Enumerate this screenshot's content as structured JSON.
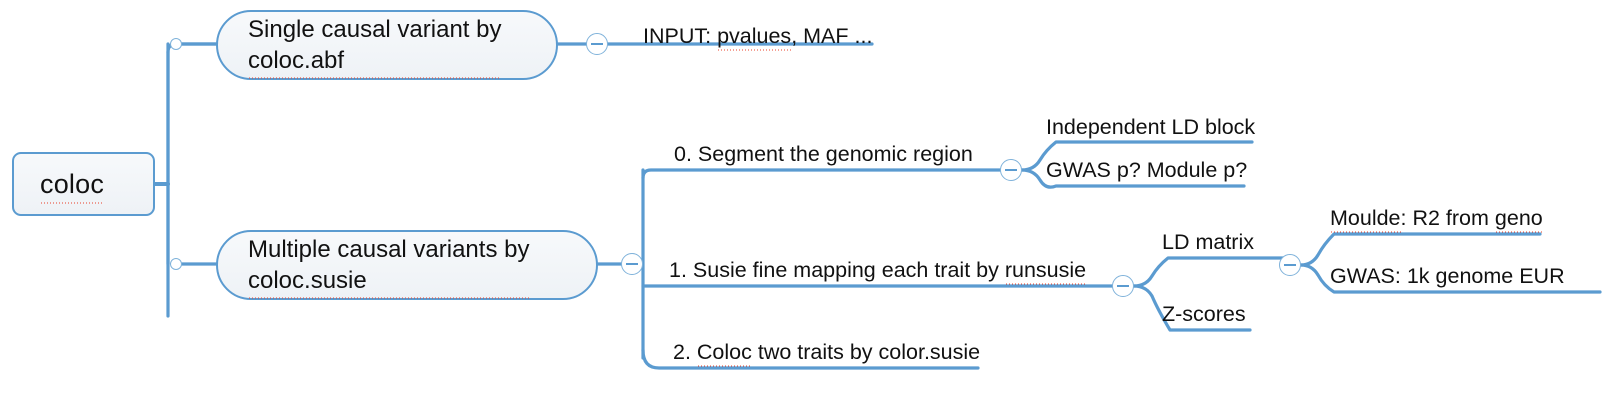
{
  "app": {
    "type": "mind-map",
    "background": "#ffffff",
    "line_color": "#5b9bd0",
    "node_fill": "#f2f5f9",
    "node_border": "#5b9bd0",
    "text_color": "#111111",
    "spellcheck_color": "#e8402a"
  },
  "root": {
    "label": "coloc",
    "spellchecked": "coloc"
  },
  "branches": [
    {
      "id": "coloc-abf",
      "label_line1": "Single causal variant by",
      "label_line2": "coloc.abf",
      "spellchecked": "coloc.abf",
      "collapse_icon": "minus-circle-icon",
      "children": [
        {
          "id": "input-pvalues",
          "label": "INPUT: pvalues, MAF ..."
        }
      ]
    },
    {
      "id": "coloc-susie",
      "label_line1": "Multiple causal variants by",
      "label_line2": "coloc.susie",
      "spellchecked": "coloc.susie",
      "collapse_icon": "minus-circle-icon",
      "children": [
        {
          "id": "step-0",
          "label": "0. Segment the genomic region",
          "collapse_icon": "minus-circle-icon",
          "children": [
            {
              "id": "independent-ld-block",
              "label": "Independent LD block"
            },
            {
              "id": "gwas-p-module-p",
              "label": "GWAS p? Module p?"
            }
          ]
        },
        {
          "id": "step-1",
          "label": "1. Susie fine mapping each trait by runsusie",
          "collapse_icon": "minus-circle-icon",
          "children": [
            {
              "id": "ld-matrix",
              "label": "LD matrix",
              "collapse_icon": "minus-circle-icon",
              "children": [
                {
                  "id": "moulde-r2",
                  "label": "Moulde: R2 from geno"
                },
                {
                  "id": "gwas-1k-eur",
                  "label": "GWAS: 1k genome EUR"
                }
              ]
            },
            {
              "id": "z-scores",
              "label": "Z-scores"
            }
          ]
        },
        {
          "id": "step-2",
          "label": "2. Coloc two traits by color.susie"
        }
      ]
    }
  ],
  "leaf_text": {
    "input_pvalues_pre": "INPUT: ",
    "input_pvalues_sp": "pvalues",
    "input_pvalues_post": ", MAF ...",
    "step0": "0. Segment the genomic region",
    "independent_ld_block": "Independent LD block",
    "gwas_p_module_p": "GWAS p? Module p?",
    "step1_pre": "1. Susie fine mapping each trait by ",
    "step1_sp": "runsusie",
    "ld_matrix": "LD matrix",
    "z_scores": "Z-scores",
    "moulde_sp": "Moulde",
    "moulde_mid": ": R2 from ",
    "moulde_sp2": "geno",
    "gwas_1k_eur": "GWAS: 1k genome EUR",
    "step2_pre": "2. ",
    "step2_sp": "Coloc",
    "step2_post": " two traits by color.susie"
  },
  "pill_text": {
    "abf_line1": "Single causal variant by",
    "abf_line2": "coloc.abf",
    "susie_line1": "Multiple causal variants by",
    "susie_line2": "coloc.susie"
  }
}
